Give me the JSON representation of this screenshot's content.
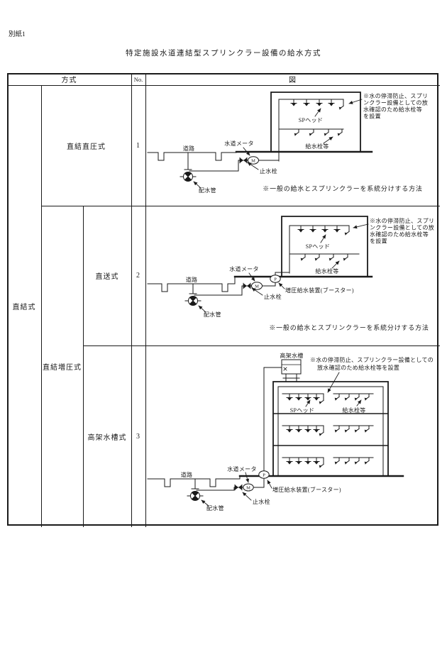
{
  "page": {
    "attachment_label": "別紙1",
    "title": "特定施設水道連結型スプリンクラー設備の給水方式"
  },
  "table": {
    "header": {
      "method": "方式",
      "number": "No.",
      "figure": "図"
    },
    "group_label": "直結式",
    "subgroup_label": "直結増圧式",
    "rows": [
      {
        "method": "直結直圧式",
        "no": "1"
      },
      {
        "method": "直送式",
        "no": "2"
      },
      {
        "method": "高架水槽式",
        "no": "3"
      }
    ]
  },
  "labels": {
    "road": "道路",
    "water_meter": "水道メータ",
    "stop_valve": "止水栓",
    "distribution_pipe": "配水管",
    "sp_head": "SPヘッド",
    "faucet": "給水栓等",
    "booster": "増圧給水装置(ブースター)",
    "elevated_tank": "高架水槽",
    "meter_symbol": "M",
    "pump_symbol": "P"
  },
  "notes": {
    "stagnation_4line": [
      "※水の停滞防止、スプリ",
      "ンクラー設備としての放",
      "水確認のため給水栓等",
      "を設置"
    ],
    "stagnation_2line": [
      "※水の停滞防止、スプリンクラー設備としての",
      "放水確認のため給水栓等を設置"
    ],
    "separation": "※一般の給水とスプリンクラーを系統分けする方法"
  }
}
